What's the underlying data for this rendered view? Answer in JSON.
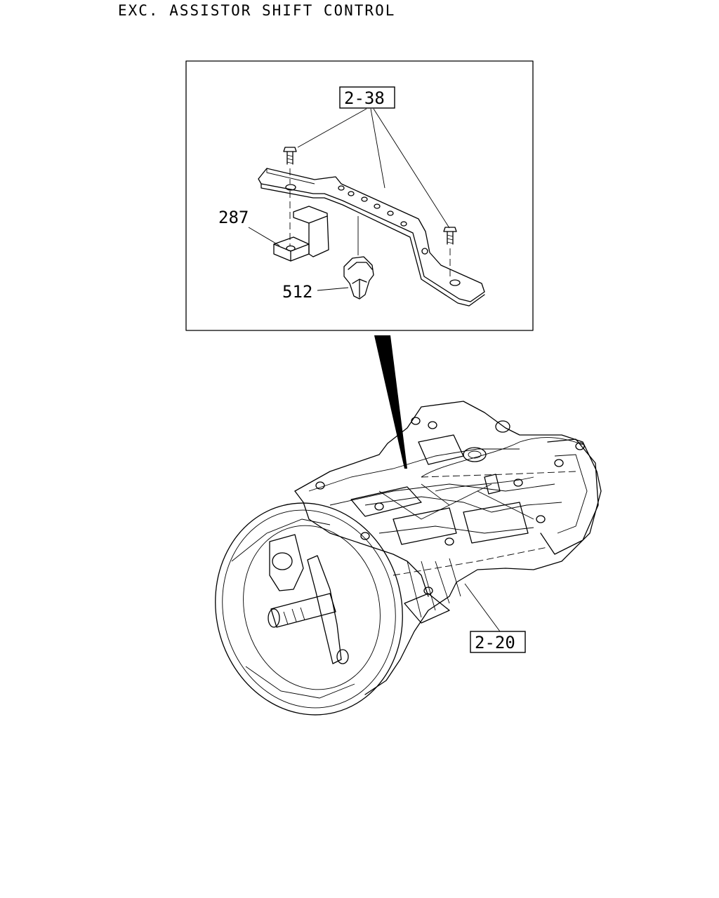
{
  "caption": "EXC. ASSISTOR SHIFT CONTROL",
  "callouts": {
    "bracket_ref": "2-38",
    "clip_part": "287",
    "fastener_part": "512",
    "transmission_ref": "2-20"
  }
}
